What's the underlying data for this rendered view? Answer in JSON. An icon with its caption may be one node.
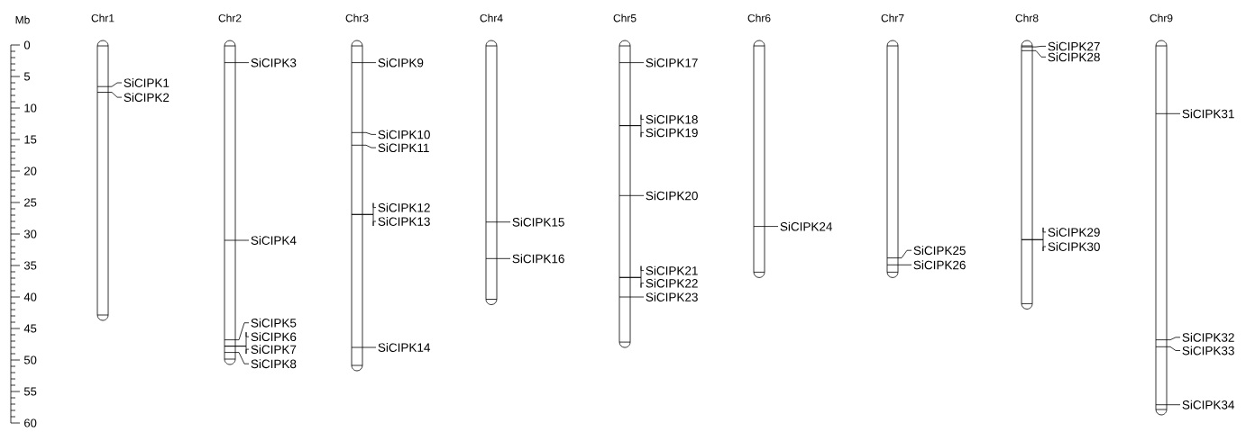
{
  "diagram": {
    "nodes": [
      {
        "text": [
          "Chr1"
        ]
      },
      {
        "text": [
          "SiCIPK1"
        ]
      },
      {
        "text": [
          "SiCIPK2"
        ]
      },
      {
        "text": [
          "Chr2"
        ]
      },
      {
        "text": [
          "SiCIPK3"
        ]
      },
      {
        "text": [
          "SiCIPK4"
        ]
      },
      {
        "text": [
          "SiCIPK5"
        ]
      },
      {
        "text": [
          "SiCIPK6"
        ]
      },
      {
        "text": [
          "SiCIPK7"
        ]
      },
      {
        "text": [
          "SiCIPK8"
        ]
      },
      {
        "text": [
          "Chr3"
        ]
      },
      {
        "text": [
          "SiCIPK9"
        ]
      },
      {
        "text": [
          "SiCIPK10"
        ]
      },
      {
        "text": [
          "SiCIPK11"
        ]
      },
      {
        "text": [
          "SiCIPK12"
        ]
      },
      {
        "text": [
          "SiCIPK13"
        ]
      },
      {
        "text": [
          "SiCIPK14"
        ]
      },
      {
        "text": [
          "Chr4"
        ]
      },
      {
        "text": [
          "SiCIPK15"
        ]
      },
      {
        "text": [
          "SiCIPK16"
        ]
      },
      {
        "text": [
          "Chr5"
        ]
      },
      {
        "text": [
          "SiCIPK17"
        ]
      },
      {
        "text": [
          "SiCIPK18"
        ]
      },
      {
        "text": [
          "SiCIPK19"
        ]
      },
      {
        "text": [
          "SiCIPK20"
        ]
      },
      {
        "text": [
          "SiCIPK21"
        ]
      },
      {
        "text": [
          "SiCIPK22"
        ]
      },
      {
        "text": [
          "SiCIPK23"
        ]
      },
      {
        "text": [
          "Chr6"
        ]
      },
      {
        "text": [
          "SiCIPK24"
        ]
      },
      {
        "text": [
          "Chr7"
        ]
      },
      {
        "text": [
          "SiCIPK25"
        ]
      },
      {
        "text": [
          "SiCIPK26"
        ]
      },
      {
        "text": [
          "Chr8"
        ]
      },
      {
        "text": [
          "SiCIPK27"
        ]
      },
      {
        "text": [
          "SiCIPK28"
        ]
      },
      {
        "text": [
          "SiCIPK29"
        ]
      },
      {
        "text": [
          "SiCIPK30"
        ]
      },
      {
        "text": [
          "Chr9"
        ]
      },
      {
        "text": [
          "SiCIPK31"
        ]
      },
      {
        "text": [
          "SiCIPK32"
        ]
      },
      {
        "text": [
          "SiCIPK33"
        ]
      },
      {
        "text": [
          "SiCIPK34"
        ]
      }
    ],
    "edges": [
      {
        "from": 1,
        "to": 0,
        "arrow": "none"
      },
      {
        "from": 2,
        "to": 0,
        "arrow": "none"
      },
      {
        "from": 4,
        "to": 3,
        "arrow": "none"
      },
      {
        "from": 5,
        "to": 3,
        "arrow": "none"
      },
      {
        "from": 6,
        "to": 3,
        "arrow": "none"
      },
      {
        "from": 7,
        "to": 3,
        "arrow": "none"
      },
      {
        "from": 8,
        "to": 3,
        "arrow": "none"
      },
      {
        "from": 9,
        "to": 3,
        "arrow": "none"
      },
      {
        "from": 11,
        "to": 10,
        "arrow": "none"
      },
      {
        "from": 12,
        "to": 10,
        "arrow": "none"
      },
      {
        "from": 13,
        "to": 10,
        "arrow": "none"
      },
      {
        "from": 14,
        "to": 10,
        "arrow": "none"
      },
      {
        "from": 15,
        "to": 10,
        "arrow": "none"
      },
      {
        "from": 16,
        "to": 10,
        "arrow": "none"
      },
      {
        "from": 18,
        "to": 17,
        "arrow": "none"
      },
      {
        "from": 19,
        "to": 17,
        "arrow": "none"
      },
      {
        "from": 21,
        "to": 20,
        "arrow": "none"
      },
      {
        "from": 22,
        "to": 20,
        "arrow": "none"
      },
      {
        "from": 23,
        "to": 20,
        "arrow": "none"
      },
      {
        "from": 24,
        "to": 20,
        "arrow": "none"
      },
      {
        "from": 25,
        "to": 20,
        "arrow": "none"
      },
      {
        "from": 26,
        "to": 20,
        "arrow": "none"
      },
      {
        "from": 27,
        "to": 20,
        "arrow": "none"
      },
      {
        "from": 29,
        "to": 28,
        "arrow": "none"
      },
      {
        "from": 31,
        "to": 30,
        "arrow": "none"
      },
      {
        "from": 32,
        "to": 30,
        "arrow": "none"
      },
      {
        "from": 34,
        "to": 33,
        "arrow": "none"
      },
      {
        "from": 35,
        "to": 33,
        "arrow": "none"
      },
      {
        "from": 36,
        "to": 33,
        "arrow": "none"
      },
      {
        "from": 37,
        "to": 33,
        "arrow": "none"
      },
      {
        "from": 39,
        "to": 38,
        "arrow": "none"
      },
      {
        "from": 40,
        "to": 38,
        "arrow": "none"
      },
      {
        "from": 41,
        "to": 38,
        "arrow": "none"
      },
      {
        "from": 42,
        "to": 38,
        "arrow": "none"
      }
    ],
    "labels": [
      "Mb",
      "0",
      "5",
      "10",
      "15",
      "20",
      "25",
      "30",
      "35",
      "40",
      "45",
      "50",
      "55",
      "60"
    ]
  }
}
